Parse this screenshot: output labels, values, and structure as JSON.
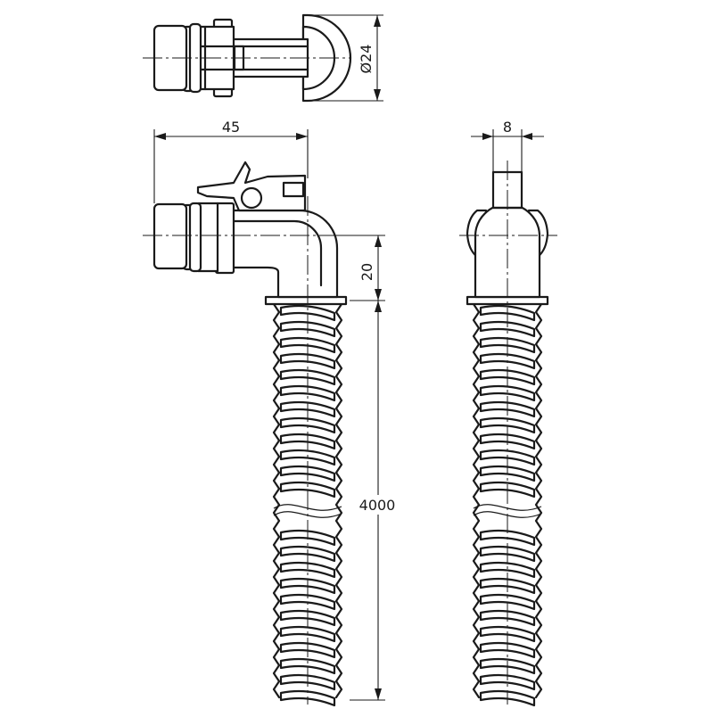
{
  "dimensions": {
    "diameter": "Ø24",
    "width": "45",
    "offset": "20",
    "length": "4000",
    "side_width": "8"
  },
  "colors": {
    "line": "#1a1a1a",
    "background": "#ffffff"
  }
}
